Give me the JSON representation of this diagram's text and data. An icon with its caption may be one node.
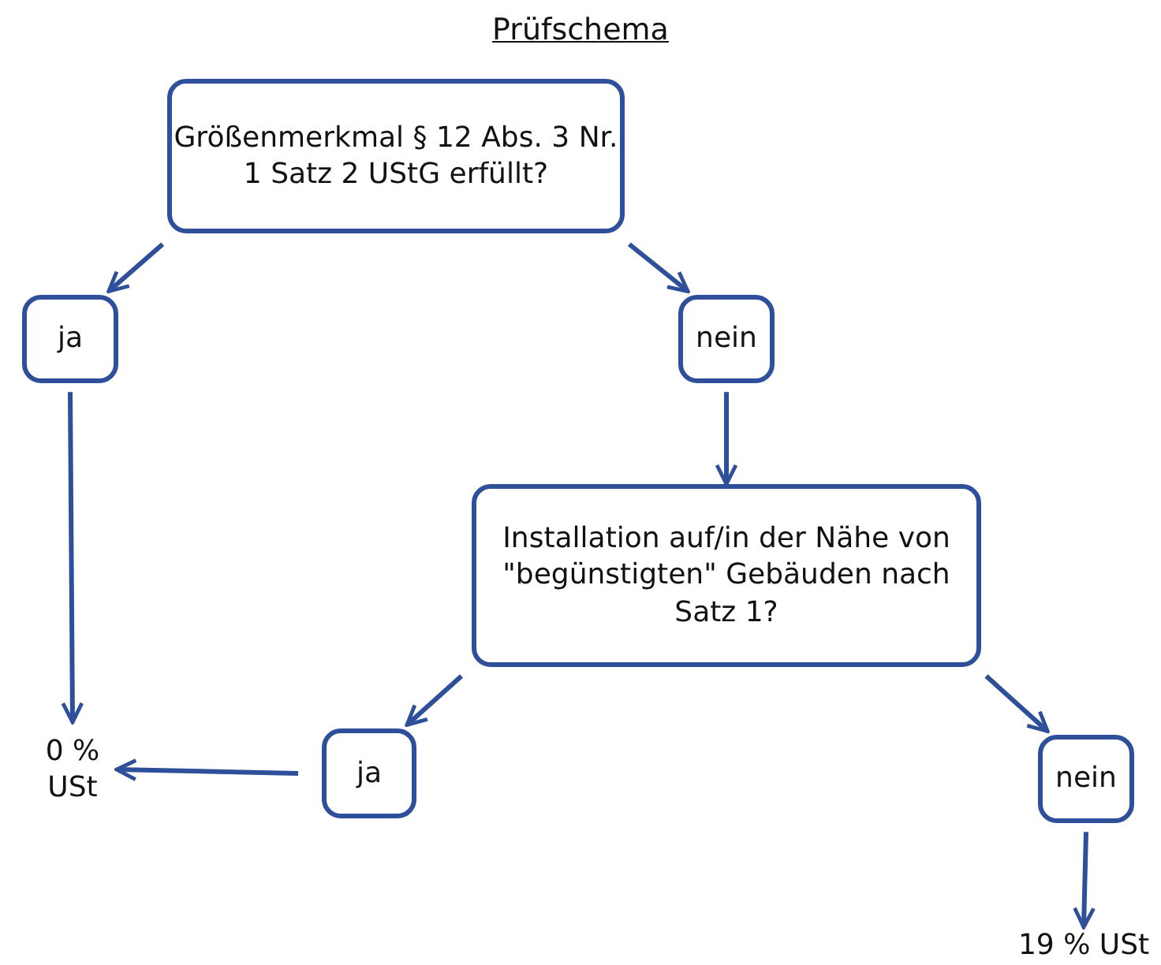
{
  "diagram": {
    "title": "Prüfschema",
    "nodes": [
      {
        "text": [
          "Größenmerkmal § 12 Abs. 3 Nr. 1 Satz 2 UStG erfüllt?"
        ]
      },
      {
        "text": [
          "ja"
        ]
      },
      {
        "text": [
          "nein"
        ]
      },
      {
        "text": [
          "Installation auf/in der Nähe von \"begünstigten\" Gebäuden nach Satz 1?"
        ]
      },
      {
        "text": [
          "0 % USt"
        ]
      },
      {
        "text": [
          "ja"
        ]
      },
      {
        "text": [
          "nein"
        ]
      },
      {
        "text": [
          "19 % USt"
        ]
      }
    ],
    "edges": [
      {
        "from": 0,
        "to": 1,
        "arrow": "to"
      },
      {
        "from": 0,
        "to": 2,
        "arrow": "to"
      },
      {
        "from": 1,
        "to": 4,
        "arrow": "to"
      },
      {
        "from": 2,
        "to": 3,
        "arrow": "to"
      },
      {
        "from": 3,
        "to": 5,
        "arrow": "to"
      },
      {
        "from": 3,
        "to": 6,
        "arrow": "to"
      },
      {
        "from": 5,
        "to": 4,
        "arrow": "to"
      },
      {
        "from": 6,
        "to": 7,
        "arrow": "to"
      }
    ]
  }
}
